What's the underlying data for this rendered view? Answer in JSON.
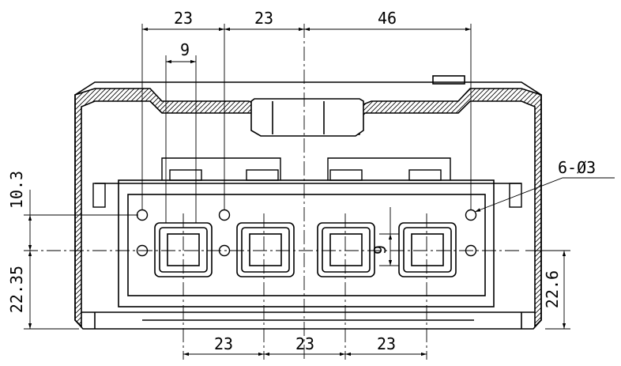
{
  "drawing": {
    "dimensions": {
      "top_left": "23",
      "top_middle": "23",
      "top_right": "46",
      "hole_width": "9",
      "left_upper": "10.3",
      "left_lower": "22.35",
      "right_height": "22.6",
      "bottom_left": "23",
      "bottom_middle": "23",
      "bottom_right": "23",
      "square_size": "9"
    },
    "callout": {
      "holes": "6-Ø3"
    }
  }
}
